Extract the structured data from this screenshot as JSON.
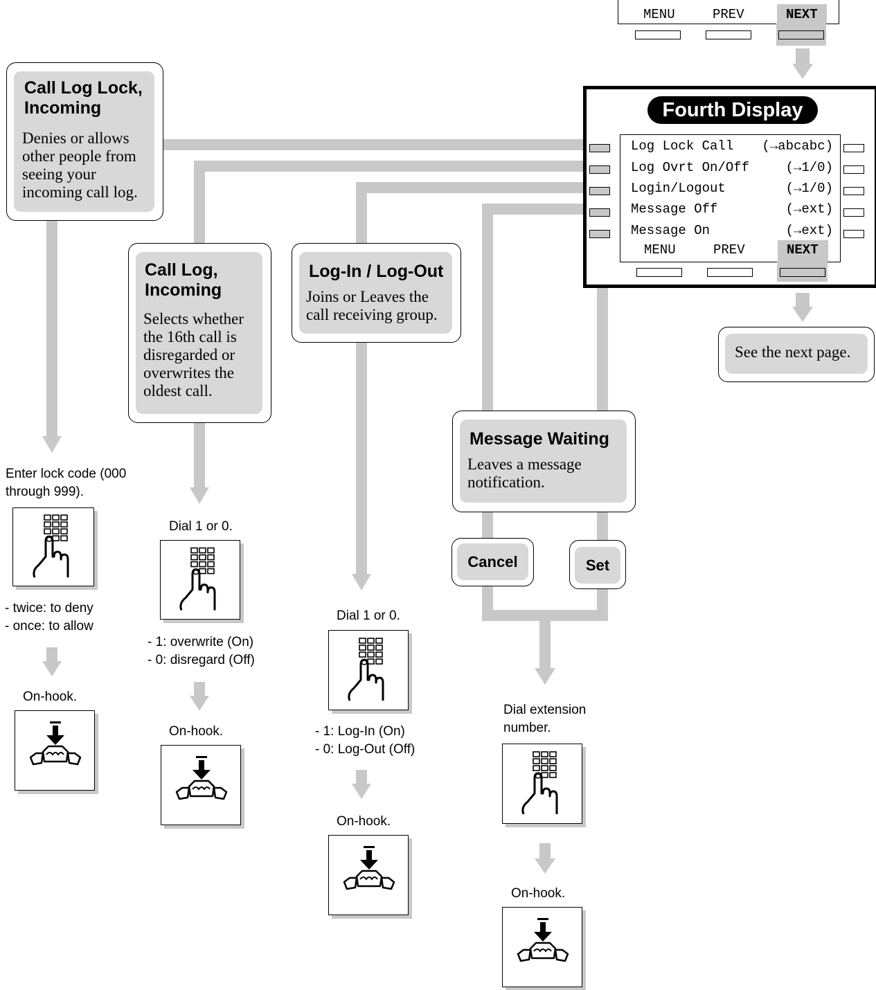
{
  "top_display": {
    "keys": [
      "MENU",
      "PREV",
      "NEXT"
    ]
  },
  "fourth_display": {
    "title": "Fourth Display",
    "rows": [
      {
        "label": "Log Lock Call",
        "value": "(→abcabc)"
      },
      {
        "label": "Log Ovrt On/Off",
        "value": "(→1/0)"
      },
      {
        "label": "Login/Logout",
        "value": "(→1/0)"
      },
      {
        "label": "Message Off",
        "value": "(→ext)"
      },
      {
        "label": "Message On",
        "value": "(→ext)"
      }
    ],
    "keys": [
      "MENU",
      "PREV",
      "NEXT"
    ]
  },
  "see_next": "See the next page.",
  "call_log_lock": {
    "title": "Call Log Lock, Incoming",
    "desc": "Denies or allows other people from seeing your incoming call log.",
    "step1": "Enter lock code (000 through 999).",
    "note1": "- twice: to deny",
    "note2": "- once: to allow",
    "step2": "On-hook."
  },
  "call_log_incoming": {
    "title": "Call Log, Incoming",
    "desc": "Selects whether the 16th call is disregarded or overwrites the oldest call.",
    "step1": "Dial 1 or 0.",
    "note1": "- 1: overwrite (On)",
    "note2": "- 0: disregard (Off)",
    "step2": "On-hook."
  },
  "login_logout": {
    "title": "Log-In / Log-Out",
    "desc": "Joins or Leaves the call receiving group.",
    "step1": "Dial 1 or 0.",
    "note1": "- 1: Log-In (On)",
    "note2": "- 0: Log-Out (Off)",
    "step2": "On-hook."
  },
  "message_waiting": {
    "title": "Message Waiting",
    "desc": "Leaves a message notification.",
    "cancel": "Cancel",
    "set": "Set",
    "step1": "Dial extension number.",
    "step2": "On-hook."
  },
  "colors": {
    "flow_gray": "#c8c8c8",
    "panel_gray": "#d8d8d8"
  }
}
